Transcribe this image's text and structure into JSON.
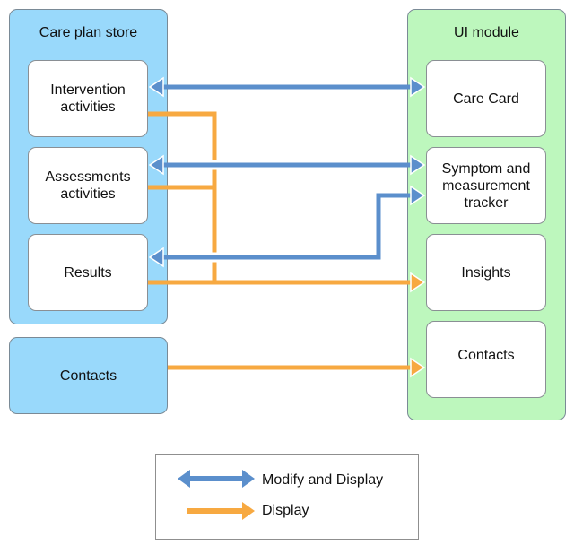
{
  "colors": {
    "store_fill": "#99d9fb",
    "ui_fill": "#bdf7bd",
    "modify_arrow": "#5b8fcc",
    "display_arrow": "#f7a941"
  },
  "store": {
    "title": "Care plan store",
    "nodes": [
      {
        "id": "intervention",
        "label": "Intervention\nactivities"
      },
      {
        "id": "assessments",
        "label": "Assessments\nactivities"
      },
      {
        "id": "results",
        "label": "Results"
      }
    ]
  },
  "contacts_store": {
    "label": "Contacts"
  },
  "ui_module": {
    "title": "UI module",
    "nodes": [
      {
        "id": "care-card",
        "label": "Care Card"
      },
      {
        "id": "symptom-tracker",
        "label": "Symptom and\nmeasurement\ntracker"
      },
      {
        "id": "insights",
        "label": "Insights"
      },
      {
        "id": "contacts",
        "label": "Contacts"
      }
    ]
  },
  "connections": [
    {
      "from": "intervention",
      "to": "care-card",
      "type": "modify-and-display"
    },
    {
      "from": "assessments",
      "to": "symptom-tracker",
      "type": "modify-and-display"
    },
    {
      "from": "results",
      "to": "symptom-tracker",
      "type": "modify-and-display"
    },
    {
      "from": "intervention",
      "to": "insights",
      "type": "display"
    },
    {
      "from": "assessments",
      "to": "insights",
      "type": "display"
    },
    {
      "from": "results",
      "to": "insights",
      "type": "display"
    },
    {
      "from": "contacts-store",
      "to": "contacts",
      "type": "display"
    }
  ],
  "legend": {
    "items": [
      {
        "label": "Modify and Display",
        "type": "modify-and-display"
      },
      {
        "label": "Display",
        "type": "display"
      }
    ]
  }
}
